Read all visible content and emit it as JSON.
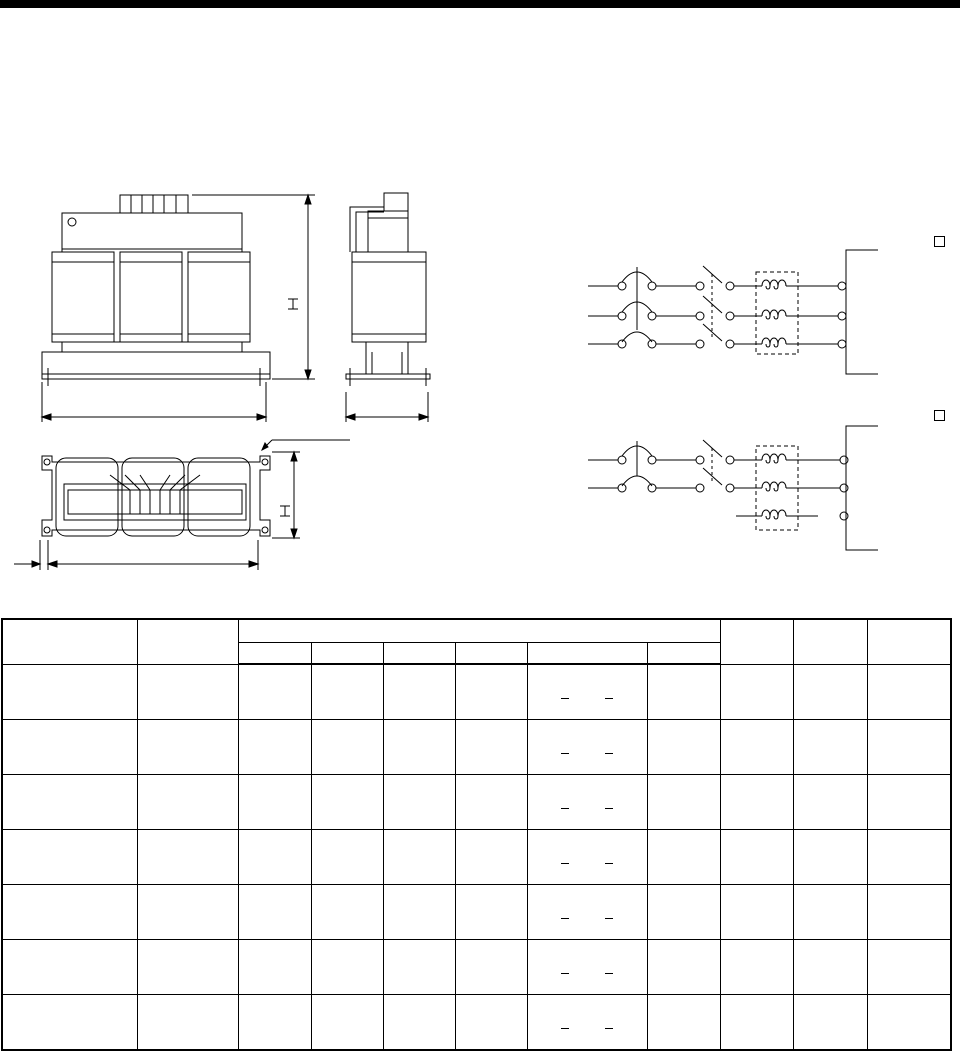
{
  "page": {
    "header_bar_color": "#000000",
    "line_color": "#000000",
    "background": "#ffffff"
  },
  "icons": {
    "front_view": "reactor-front-view-drawing",
    "side_view": "reactor-side-view-drawing",
    "top_view": "reactor-top-view-drawing",
    "wiring_3phase": "three-phase-wiring-diagram",
    "wiring_1phase": "single-phase-wiring-diagram",
    "small_box_marker": "square-marker-icon"
  },
  "table": {
    "row_count": 7,
    "rows": [
      "",
      "",
      "",
      "",
      "",
      "",
      ""
    ]
  }
}
